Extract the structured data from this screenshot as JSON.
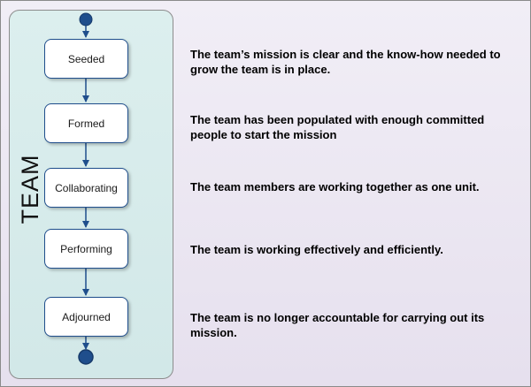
{
  "lane": {
    "title": "TEAM"
  },
  "states": [
    {
      "label": "Seeded",
      "description": "The team’s mission is clear and the know-how needed to grow the team is in place."
    },
    {
      "label": "Formed",
      "description": "The team has been populated with enough committed people to start the mission"
    },
    {
      "label": "Collaborating",
      "description": "The team members are working together as one unit."
    },
    {
      "label": "Performing",
      "description": "The team is working effectively  and efficiently."
    },
    {
      "label": "Adjourned",
      "description": "The team is no longer accountable for carrying out its mission."
    }
  ],
  "colors": {
    "background": "#e9e4f0",
    "lane": "#d6ecec",
    "state_border": "#1f4e8c",
    "connector": "#1f4e8c"
  }
}
